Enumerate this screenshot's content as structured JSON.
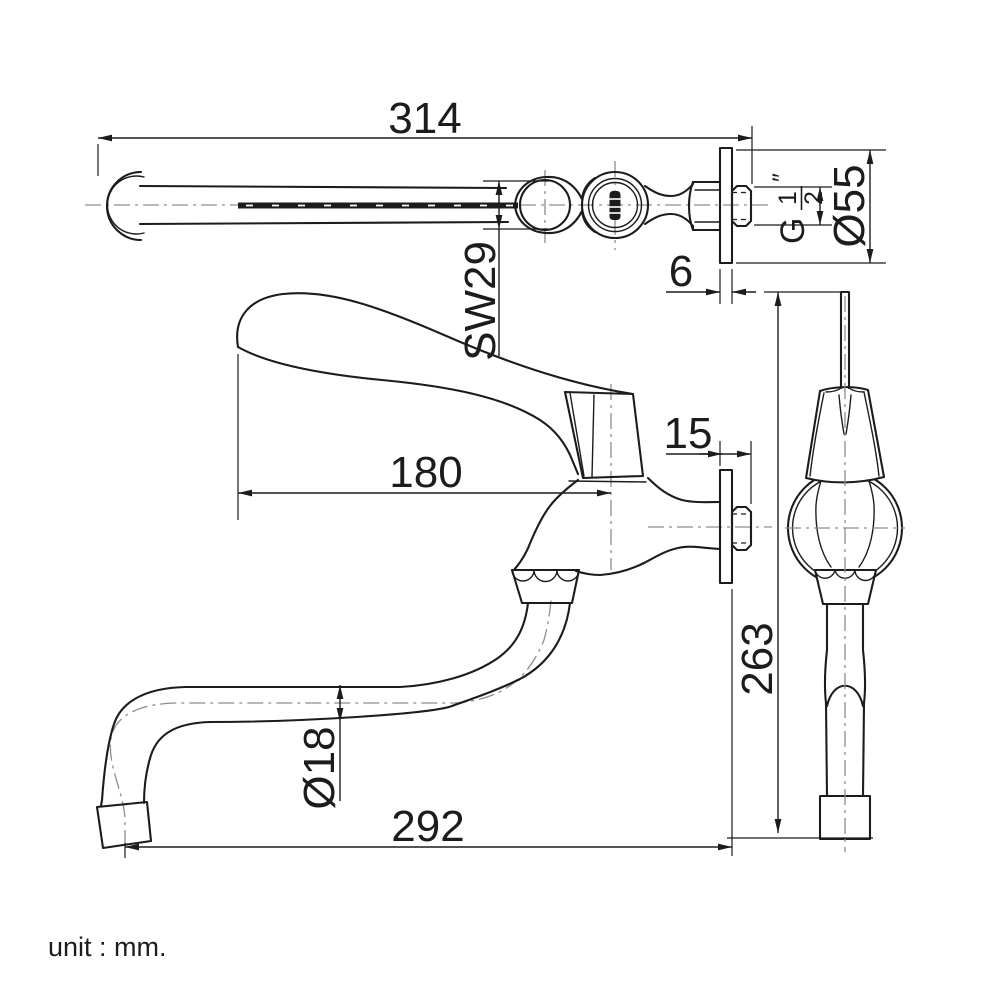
{
  "drawing": {
    "type": "technical-drawing-faucet",
    "background": "#ffffff",
    "line_color": "#1c1c1c",
    "centerline_color": "#8d8d8d",
    "dimensions": {
      "overall_length": "314",
      "hex_width": "SW29",
      "thread_g": "G",
      "thread_num": "1",
      "thread_den": "2",
      "thread_inch": "″",
      "flange_diameter": "Ø55",
      "flange_thickness": "6",
      "handle_reach": "180",
      "wall_protrusion": "15",
      "overall_height": "263",
      "spout_diameter": "Ø18",
      "spout_reach": "292"
    },
    "note": {
      "unit": "unit : mm."
    }
  }
}
